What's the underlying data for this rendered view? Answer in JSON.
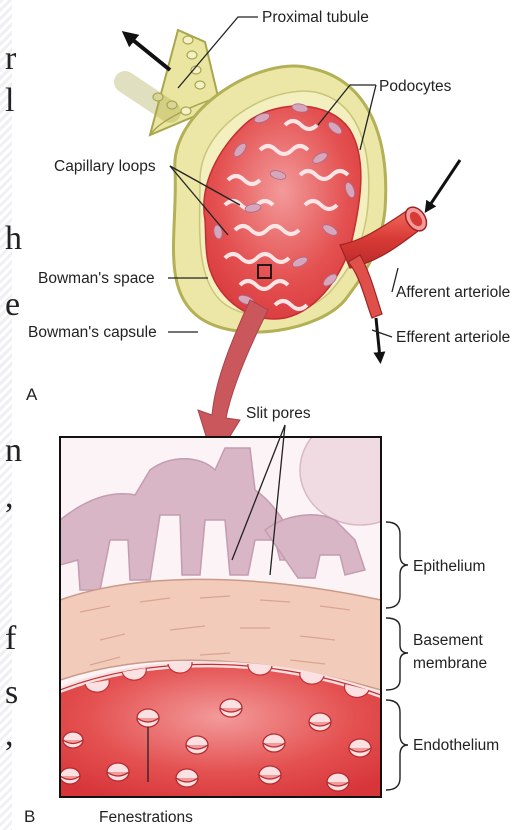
{
  "background_text": {
    "fragments": [
      "r",
      "l",
      "h",
      "e",
      "n",
      ",",
      "f",
      "s",
      ","
    ]
  },
  "panel_a": {
    "panel_letter": "A",
    "labels": {
      "proximal_tubule": "Proximal tubule",
      "podocytes": "Podocytes",
      "capillary_loops": "Capillary loops",
      "bowmans_space": "Bowman's space",
      "bowmans_capsule": "Bowman's capsule",
      "afferent_arteriole": "Afferent arteriole",
      "efferent_arteriole": "Efferent arteriole"
    }
  },
  "panel_b": {
    "panel_letter": "B",
    "labels": {
      "slit_pores": "Slit pores",
      "epithelium": "Epithelium",
      "basement_membrane_line1": "Basement",
      "basement_membrane_line2": "membrane",
      "endothelium": "Endothelium",
      "fenestrations": "Fenestrations"
    }
  },
  "colors": {
    "capsule_fill": "#ebe7a8",
    "capsule_stroke": "#b9b65a",
    "capillary_red": "#e0383b",
    "capillary_pink": "#f6c9cc",
    "podocyte": "#d8a8bf",
    "basement": "#f2c9bb",
    "endothelium": "#e04848",
    "callout_arrow": "#c9575c"
  }
}
